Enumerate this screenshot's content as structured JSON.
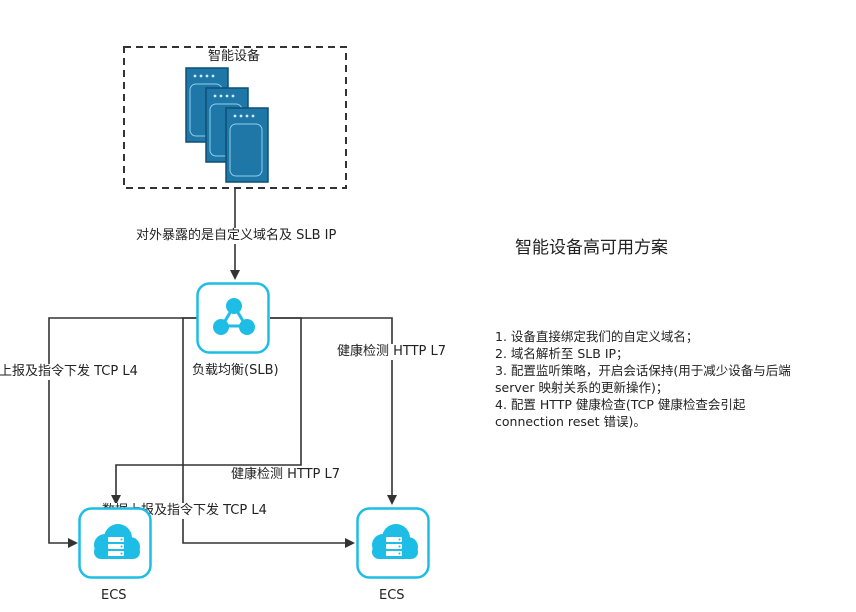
{
  "device_group": {
    "label": "智能设备"
  },
  "edge_labels": {
    "exposed": "对外暴露的是自定义域名及 SLB IP",
    "data_left": "上报及指令下发 TCP L4",
    "health_right": "健康检测 HTTP L7",
    "health_mid": "健康检测 HTTP L7",
    "data_mid": "数据上报及指令下发 TCP L4"
  },
  "slb": {
    "label": "负载均衡(SLB)",
    "icon": "share-network-icon"
  },
  "ecs_nodes": [
    {
      "label": "ECS",
      "icon": "cloud-server-icon"
    },
    {
      "label": "ECS",
      "icon": "cloud-server-icon"
    }
  ],
  "title": "智能设备高可用方案",
  "notes": [
    "1. 设备直接绑定我们的自定义域名；",
    "2. 域名解析至 SLB IP；",
    "3. 配置监听策略，开启会话保持(用于减少设备与后端",
    "server 映射关系的更新操作)；",
    "4. 配置 HTTP 健康检查(TCP 健康检查会引起",
    "connection reset 错误)。"
  ],
  "colors": {
    "server_fill": "#1F77A8",
    "server_stroke": "#0F4F74",
    "accent": "#1DBDE6",
    "line": "#333333"
  }
}
